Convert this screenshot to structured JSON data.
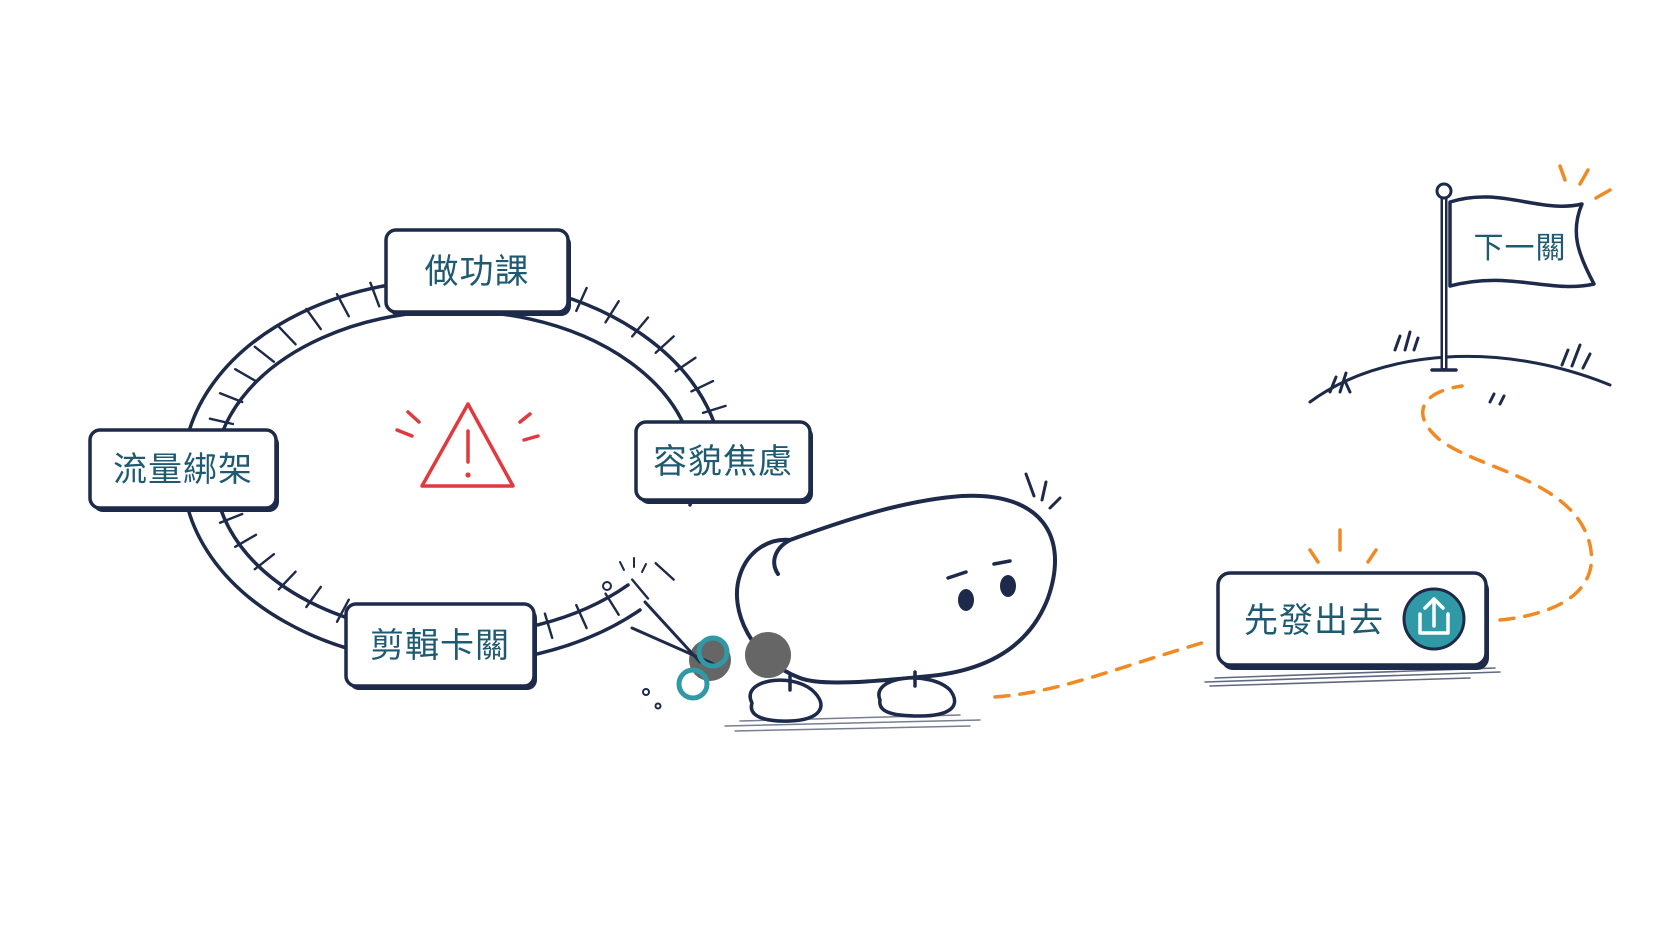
{
  "loop": {
    "labels": {
      "top": "做功課",
      "left": "流量綁架",
      "right": "容貌焦慮",
      "bottom": "剪輯卡關"
    }
  },
  "action": {
    "publish_label": "先發出去"
  },
  "goal": {
    "flag_label": "下一關"
  },
  "icons": {
    "warning": "warning-triangle-icon",
    "upload": "upload-icon",
    "scissors": "scissors-icon"
  },
  "colors": {
    "ink": "#1e2a4a",
    "label_text": "#1f5a73",
    "warning": "#e03a3e",
    "path": "#f08a24",
    "teal": "#2f9aa5"
  }
}
